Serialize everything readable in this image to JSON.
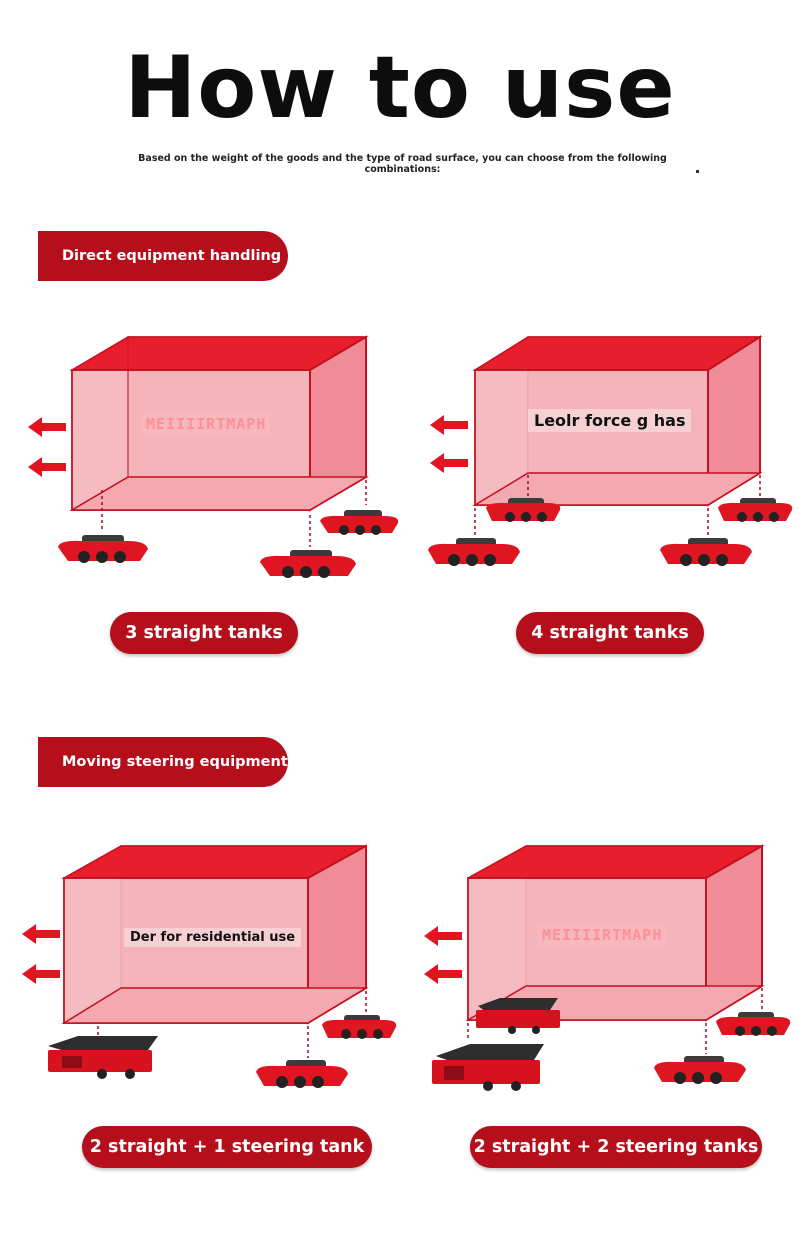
{
  "header": {
    "title": "How to use",
    "subtitle": "Based on the weight of the goods and the type of road surface, you can choose from the following combinations:"
  },
  "sections": [
    {
      "label": "Direct equipment handling"
    },
    {
      "label": "Moving steering equipment"
    }
  ],
  "scenes": [
    {
      "caption": "3 straight tanks",
      "box_text": "",
      "logo": "MEIIIIRTMAPH"
    },
    {
      "caption": "4 straight tanks",
      "box_text": "Leolr force g has",
      "logo": ""
    },
    {
      "caption": "2 straight + 1 steering tank",
      "box_text": "Der for residential use",
      "logo": ""
    },
    {
      "caption": "2 straight + 2 steering tanks",
      "box_text": "",
      "logo": "MEIIIIRTMAPH"
    }
  ],
  "colors": {
    "accent": "#b60f1c",
    "box_fill": "#f6b4bb",
    "box_edge": "#c4101f"
  }
}
